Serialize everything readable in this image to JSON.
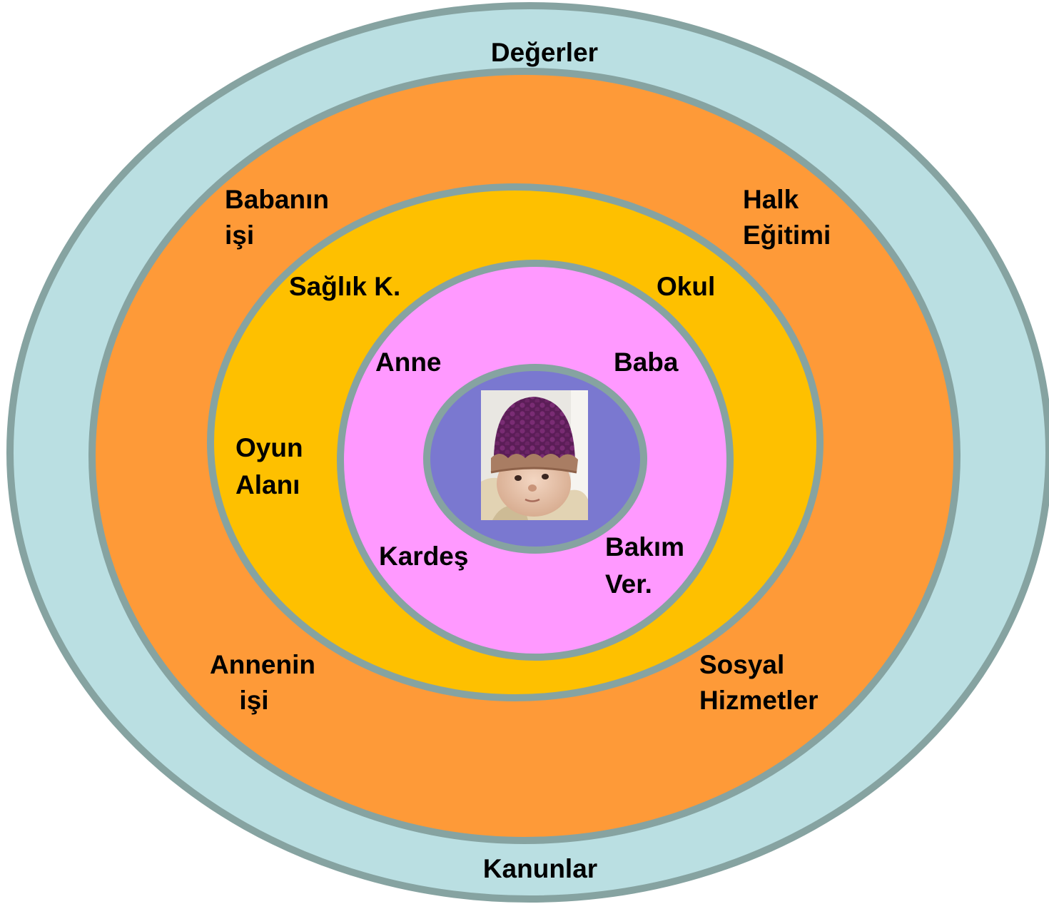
{
  "colors": {
    "ring_stroke": "#86A3A1",
    "macrosystem": "#BADFE2",
    "exosystem": "#FE9A38",
    "mesosystem": "#FEC000",
    "microsystem": "#FF99FF",
    "center": "#7A78D0"
  },
  "macrosystem": {
    "top": "Değerler",
    "bottom": "Kanunlar"
  },
  "exosystem": {
    "top_left": [
      "Babanın",
      "işi"
    ],
    "top_right": [
      "Halk",
      "Eğitimi"
    ],
    "bottom_left": [
      "Annenin",
      "işi"
    ],
    "bottom_right": [
      "Sosyal",
      "Hizmetler"
    ]
  },
  "mesosystem": {
    "top_left": "Sağlık K.",
    "top_right": "Okul",
    "left": [
      "Oyun",
      "Alanı"
    ]
  },
  "microsystem": {
    "top_left": "Anne",
    "top_right": "Baba",
    "bottom_left": "Kardeş",
    "bottom_right": [
      "Bakım",
      "Ver."
    ]
  },
  "center": {
    "image": "baby-photo"
  }
}
